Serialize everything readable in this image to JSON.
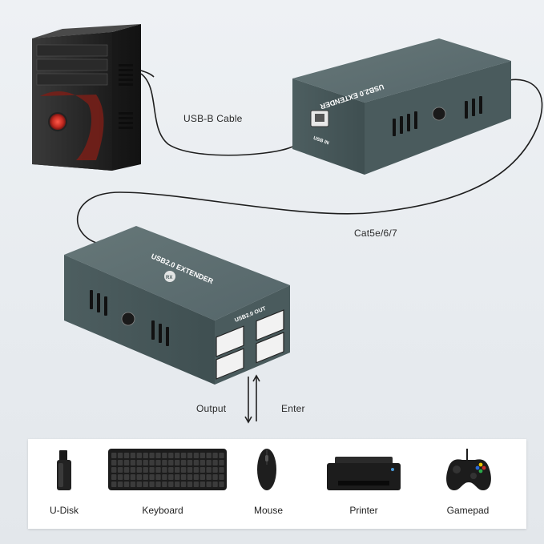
{
  "labels": {
    "usb_b_cable": "USB-B Cable",
    "cat": "Cat5e/6/7",
    "output": "Output",
    "enter": "Enter"
  },
  "transmitter": {
    "title": "USB2.0 EXTENDER",
    "port_label": "USB IN"
  },
  "receiver": {
    "title": "USB2.0 EXTENDER",
    "port_label": "USB2.0 OUT",
    "badge": "RX"
  },
  "devices": [
    {
      "label": "U-Disk",
      "icon": "usb-stick-icon"
    },
    {
      "label": "Keyboard",
      "icon": "keyboard-icon"
    },
    {
      "label": "Mouse",
      "icon": "mouse-icon"
    },
    {
      "label": "Printer",
      "icon": "printer-icon"
    },
    {
      "label": "Gamepad",
      "icon": "gamepad-icon"
    }
  ],
  "colors": {
    "device_body": "#4e5f60",
    "device_top": "#5b6c6d",
    "cable": "#1e1e1e",
    "pc_accent": "#c8302a"
  }
}
